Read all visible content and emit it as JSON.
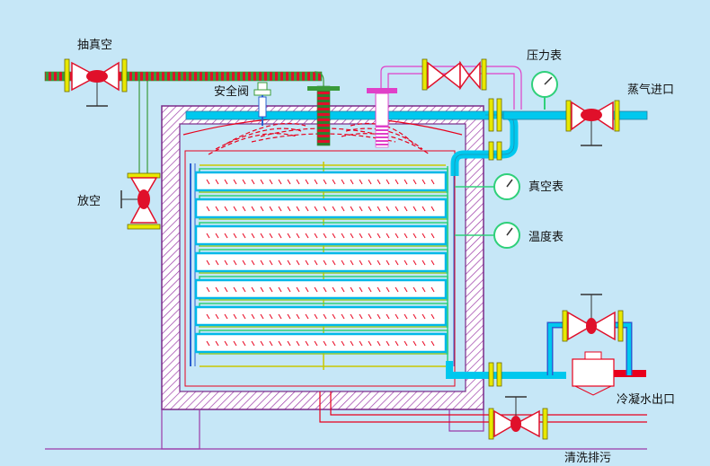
{
  "labels": {
    "vacuum_pump": "抽真空",
    "safety_valve": "安全阀",
    "pressure_gauge": "压力表",
    "steam_inlet": "蒸气进口",
    "vent": "放空",
    "vacuum_gauge": "真空表",
    "thermometer": "温度表",
    "condensate_outlet": "冷凝水出口",
    "drain": "清洗排污"
  },
  "colors": {
    "background": "#c6e7f7",
    "steam_pipe": "#00c8ee",
    "valve": "#e0102a",
    "insulation": "#9b3aa8",
    "shelf_green": "#2fd07a",
    "heat_plate_outline": "#00b8e8",
    "condensate": "#e8001c"
  }
}
